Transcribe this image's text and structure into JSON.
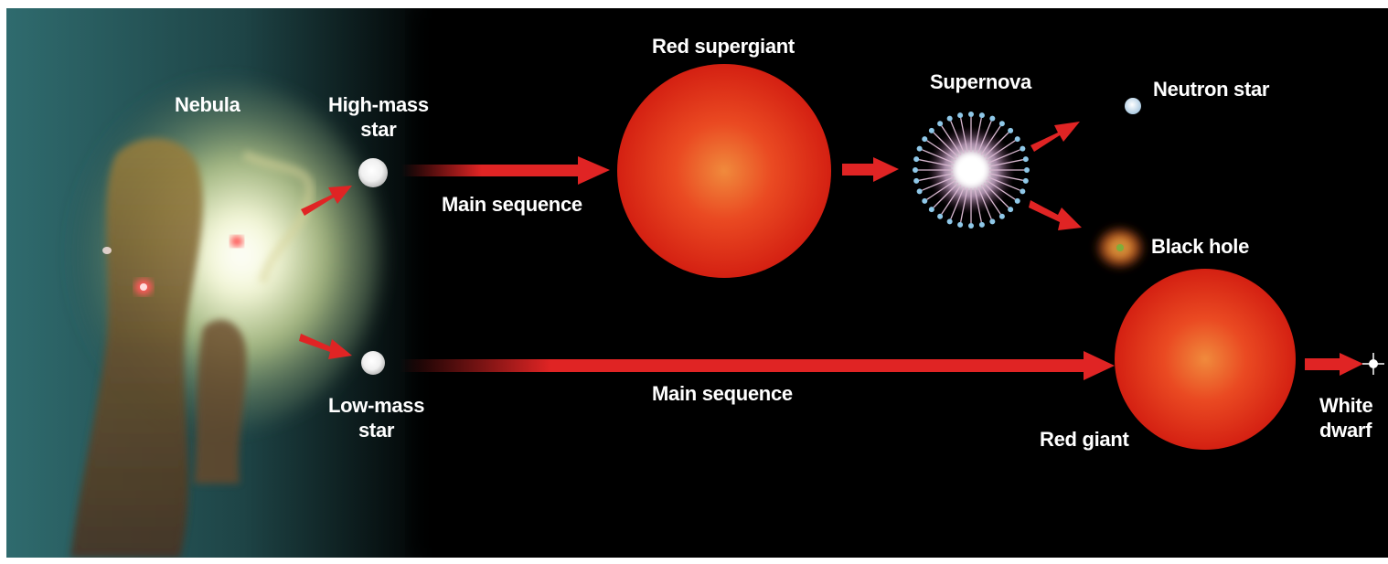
{
  "diagram": {
    "labels": {
      "nebula": "Nebula",
      "high_mass_star": [
        "High-mass",
        "star"
      ],
      "low_mass_star": [
        "Low-mass",
        "star"
      ],
      "main_sequence_high": "Main sequence",
      "main_sequence_low": "Main sequence",
      "red_supergiant": "Red supergiant",
      "supernova": "Supernova",
      "neutron_star": "Neutron star",
      "black_hole": "Black hole",
      "red_giant": "Red giant",
      "white_dwarf": [
        "White",
        "dwarf"
      ]
    },
    "colors": {
      "background": "#000000",
      "arrow": "#e02424",
      "star_body": "#e8301c",
      "label": "#ffffff"
    }
  }
}
